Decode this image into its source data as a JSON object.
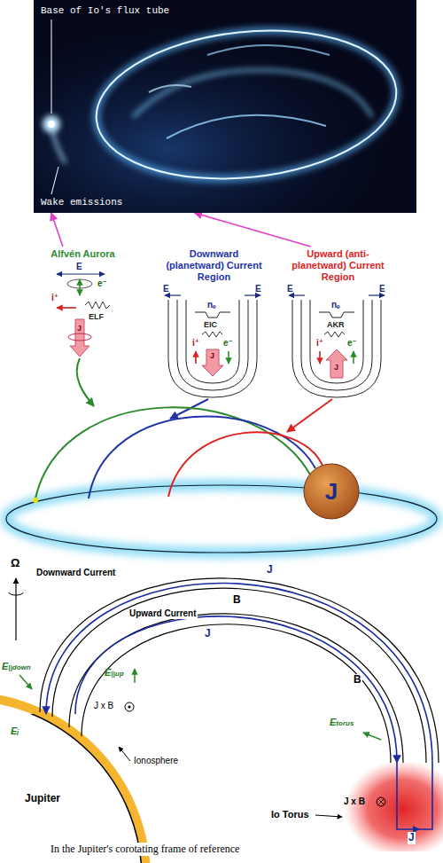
{
  "diagram": {
    "caption": "In the Jupiter's corotating frame of reference",
    "nodes": [
      {
        "text": [
          "Base of Io's flux tube",
          "Wake emissions"
        ]
      },
      {
        "text": [
          "Alfvén Aurora"
        ]
      },
      {
        "text": [
          "Downward (planetward) Current Region"
        ]
      },
      {
        "text": [
          "Upward (anti-planetward) Current Region"
        ]
      },
      {
        "text": [
          "J"
        ]
      },
      {
        "text": [
          "Jupiter"
        ]
      },
      {
        "text": [
          "J x B"
        ]
      }
    ],
    "edges": [
      {
        "from": 1,
        "to": 0,
        "arrow": "to"
      },
      {
        "from": 3,
        "to": 0,
        "arrow": "to"
      },
      {
        "from": 6,
        "to": 5,
        "arrow": "to"
      },
      {
        "from": 5,
        "to": 6,
        "arrow": "to"
      }
    ],
    "labels": [
      "E",
      "e⁻",
      "i⁺",
      "ELF",
      "J",
      "E",
      "E",
      "nₑ",
      "EIC",
      "i⁺",
      "e⁻",
      "J",
      "E",
      "E",
      "nₑ",
      "AKR",
      "i⁺",
      "e⁻",
      "J",
      "Ω",
      "Downward Current",
      "J",
      "B",
      "Upward Current",
      "J",
      "E||down",
      "J x B",
      "E||up",
      "Eᵢ",
      "Ionosphere",
      "B",
      "Etorus",
      "J",
      "Io Torus"
    ]
  }
}
